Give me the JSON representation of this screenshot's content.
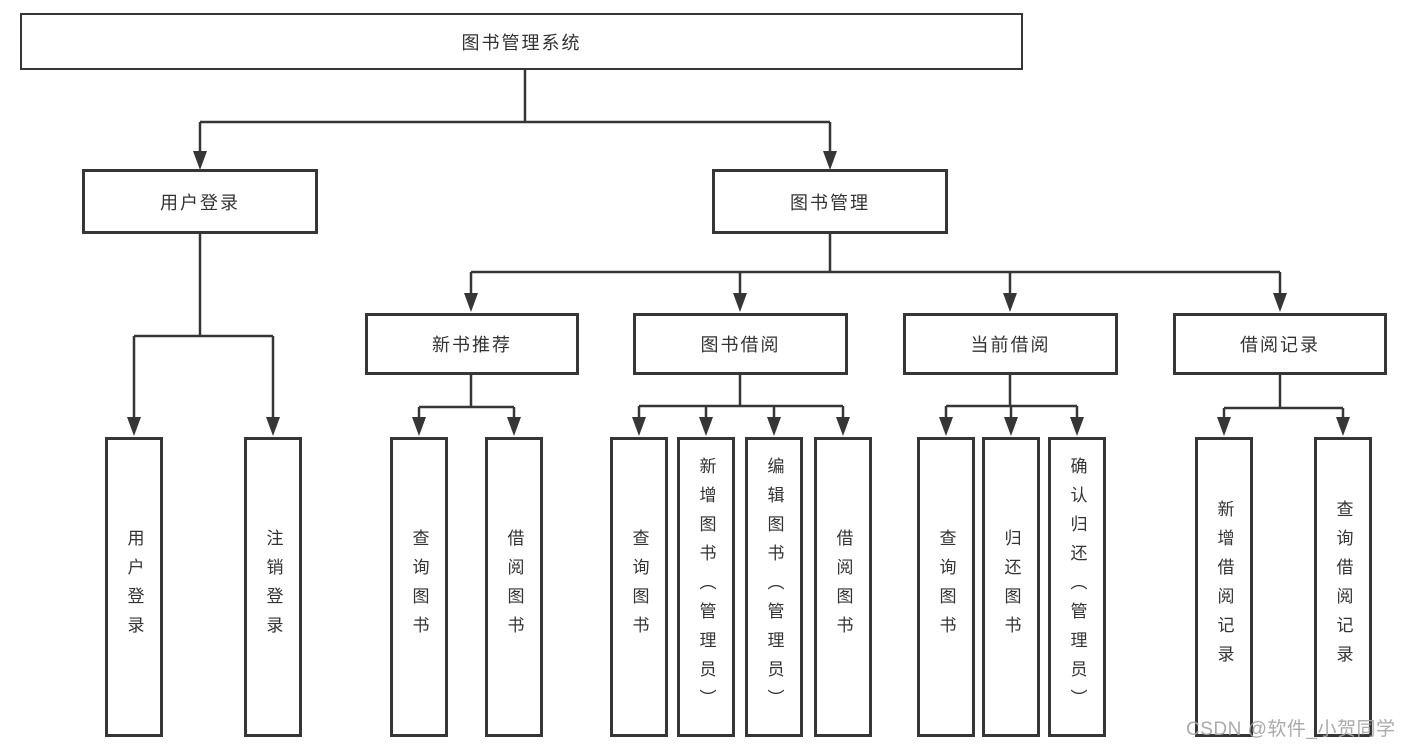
{
  "diagram_type": "hierarchy-tree",
  "colors": {
    "line": "#363636",
    "box_border": "#363636",
    "text": "#333333",
    "background": "#ffffff",
    "watermark": "#a6a6a6"
  },
  "watermark": "CSDN @软件_小贺同学",
  "tree": {
    "root": {
      "label": "图书管理系统"
    },
    "branches": [
      {
        "label": "用户登录",
        "children": [
          {
            "label": "用户登录"
          },
          {
            "label": "注销登录"
          }
        ]
      },
      {
        "label": "图书管理",
        "groups": [
          {
            "label": "新书推荐",
            "children": [
              {
                "label": "查询图书"
              },
              {
                "label": "借阅图书"
              }
            ]
          },
          {
            "label": "图书借阅",
            "children": [
              {
                "label": "查询图书"
              },
              {
                "label": "新增图书（管理员）"
              },
              {
                "label": "编辑图书（管理员）"
              },
              {
                "label": "借阅图书"
              }
            ]
          },
          {
            "label": "当前借阅",
            "children": [
              {
                "label": "查询图书"
              },
              {
                "label": "归还图书"
              },
              {
                "label": "确认归还（管理员）"
              }
            ]
          },
          {
            "label": "借阅记录",
            "children": [
              {
                "label": "新增借阅记录"
              },
              {
                "label": "查询借阅记录"
              }
            ]
          }
        ]
      }
    ]
  }
}
